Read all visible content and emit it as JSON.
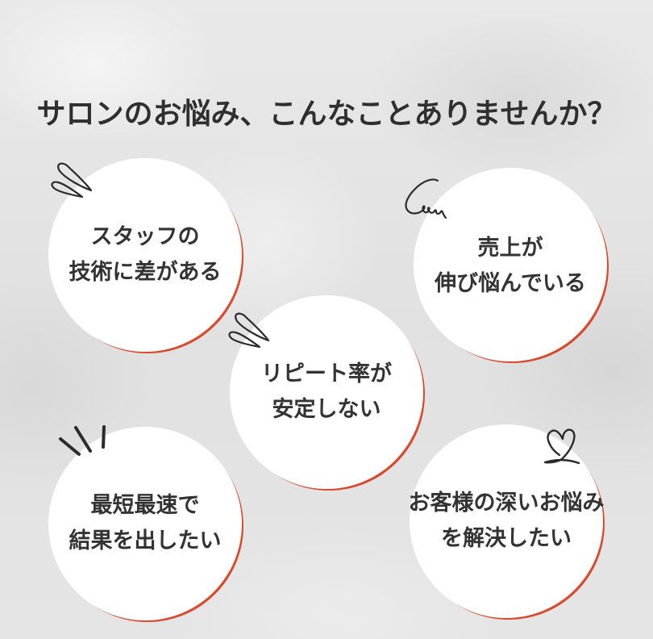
{
  "title": "サロンのお悩み、こんなことありませんか？",
  "colors": {
    "accent": "#d94a2c",
    "text": "#333333",
    "bubble": "#ffffff",
    "background": "#e4e4e4"
  },
  "bubbles": [
    {
      "line1": "スタッフの",
      "line2": "技術に差がある",
      "decoration": "droplet-icon"
    },
    {
      "line1": "売上が",
      "line2": "伸び悩んでいる",
      "decoration": "scribble-icon"
    },
    {
      "line1": "リピート率が",
      "line2": "安定しない",
      "decoration": "droplet-icon"
    },
    {
      "line1": "最短最速で",
      "line2": "結果を出したい",
      "decoration": "emphasis-lines-icon"
    },
    {
      "line1": "お客様の深いお悩み",
      "line2": "を解決したい",
      "decoration": "heart-icon"
    }
  ]
}
